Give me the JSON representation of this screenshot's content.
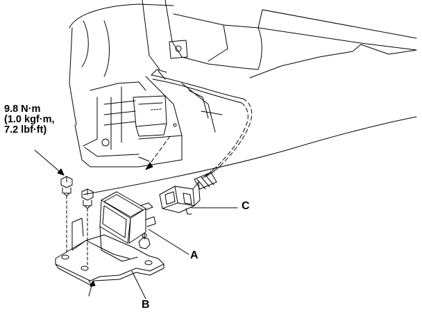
{
  "torque_spec": {
    "line1": "9.8 N·m",
    "line2": "(1.0 kgf·m,",
    "line3": "7.2 lbf·ft)"
  },
  "callouts": {
    "a": "A",
    "b": "B",
    "c": "C"
  },
  "colors": {
    "ink": "#000000",
    "background": "#ffffff"
  }
}
